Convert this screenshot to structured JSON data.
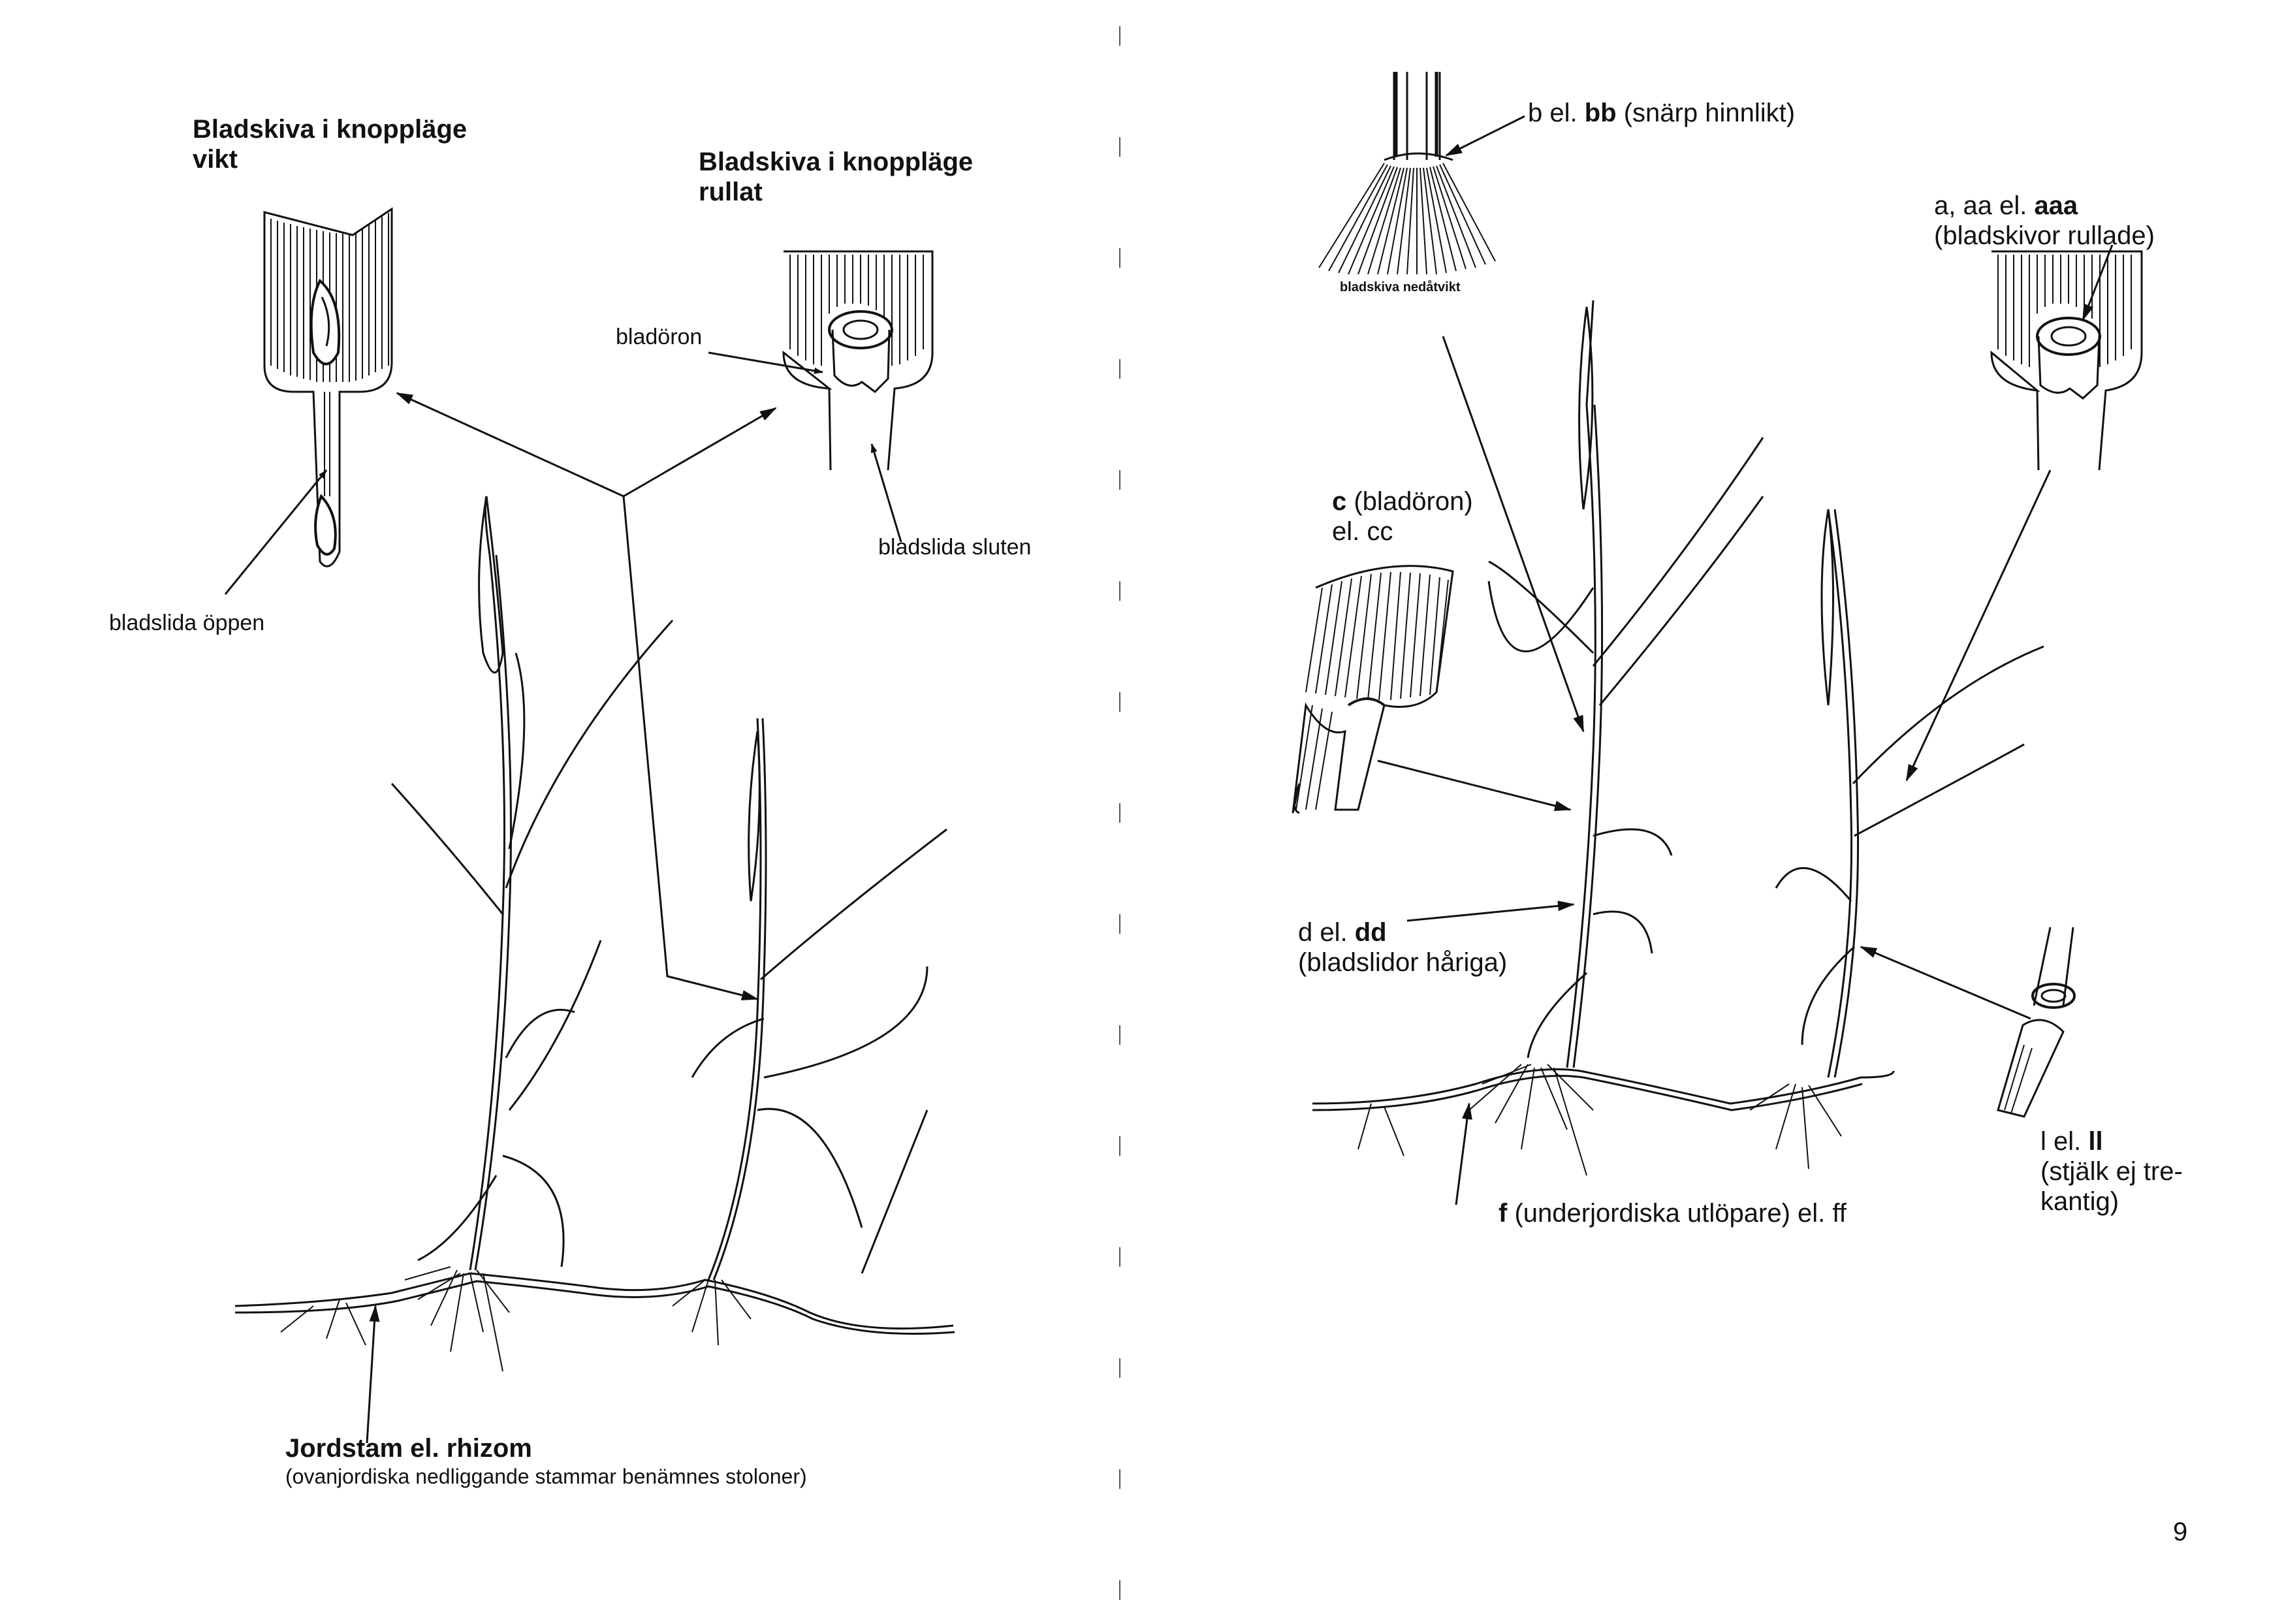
{
  "left_page": {
    "folded_heading": {
      "line1": "Bladskiva i knoppläge",
      "line2": "vikt"
    },
    "rolled_heading": {
      "line1": "Bladskiva i knoppläge",
      "line2": "rullat"
    },
    "auricle_label": "bladöron",
    "sheath_closed_label": "bladslida sluten",
    "sheath_open_label": "bladslida öppen",
    "rhizome_title": "Jordstam el. rhizom",
    "rhizome_note": "(ovanjordiska nedliggande stammar benämnes stoloner)"
  },
  "right_page": {
    "ligule": {
      "prefix": "b el. ",
      "bold": "bb",
      "rest": " (snärp hinnlikt)"
    },
    "leaf_reflexed_label": "bladskiva nedåtvikt",
    "rolled": {
      "prefix": "a, aa el. ",
      "bold": "aaa",
      "line2": "(bladskivor rullade)"
    },
    "auricles": {
      "bold": "c",
      "rest": " (bladöron)",
      "line2": "el. cc"
    },
    "hairy": {
      "prefix": "d el. ",
      "bold": "dd",
      "line2": "(bladslidor håriga)"
    },
    "stolons": {
      "bold": "f",
      "rest": " (underjordiska utlöpare) el. ff"
    },
    "stem": {
      "prefix": "l el. ",
      "bold": "ll",
      "line2": "(stjälk ej tre-",
      "line3": "kantig)"
    },
    "page_number": "9"
  }
}
